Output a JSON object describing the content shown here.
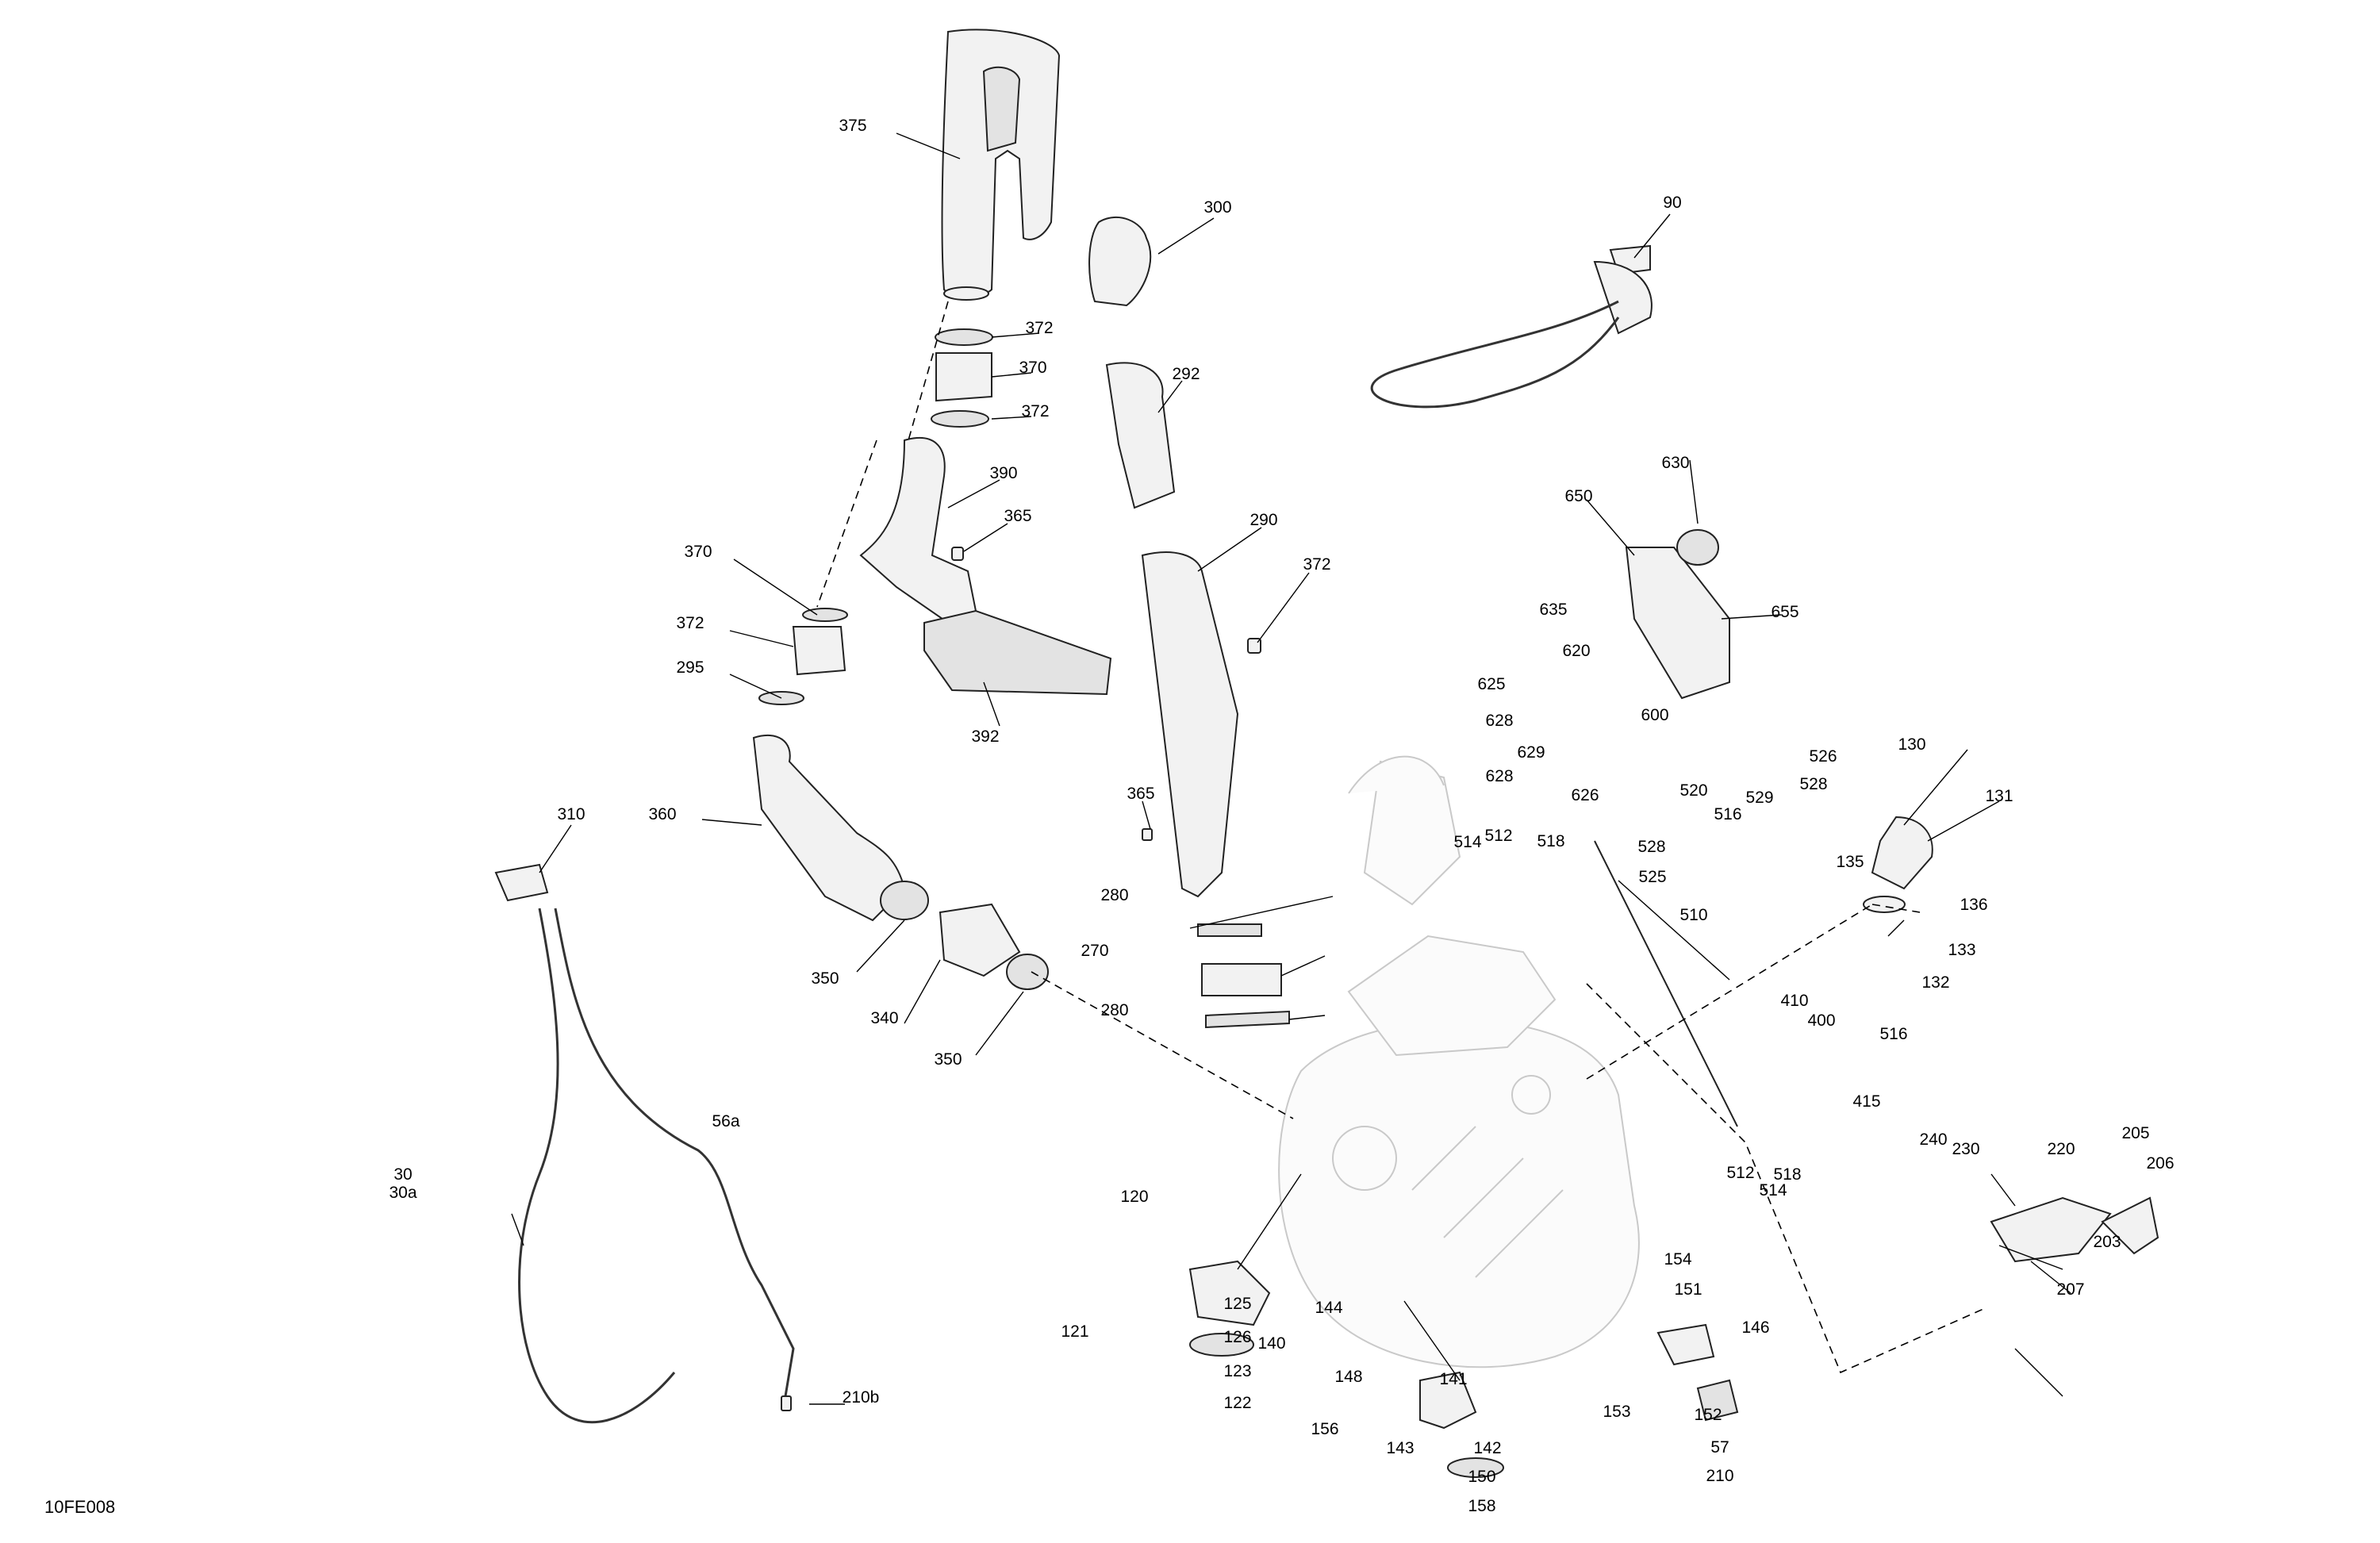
{
  "diagram": {
    "reference_code": "10FE008",
    "callouts": [
      "375",
      "300",
      "90",
      "372",
      "370",
      "372",
      "292",
      "390",
      "365",
      "290",
      "372",
      "370",
      "372",
      "295",
      "392",
      "630",
      "650",
      "655",
      "635",
      "620",
      "625",
      "600",
      "628",
      "629",
      "526",
      "628",
      "626",
      "528",
      "520",
      "529",
      "516",
      "130",
      "131",
      "365",
      "310",
      "360",
      "512",
      "518",
      "514",
      "528",
      "525",
      "280",
      "270",
      "280",
      "135",
      "136",
      "133",
      "132",
      "510",
      "350",
      "340",
      "350",
      "410",
      "400",
      "516",
      "415",
      "56a",
      "514",
      "512",
      "518",
      "240",
      "230",
      "220",
      "205",
      "206",
      "203",
      "207",
      "30",
      "30a",
      "120",
      "125",
      "121",
      "126",
      "123",
      "122",
      "156",
      "154",
      "151",
      "146",
      "144",
      "140",
      "141",
      "148",
      "143",
      "142",
      "150",
      "158",
      "153",
      "152",
      "57",
      "210",
      "210b"
    ]
  }
}
